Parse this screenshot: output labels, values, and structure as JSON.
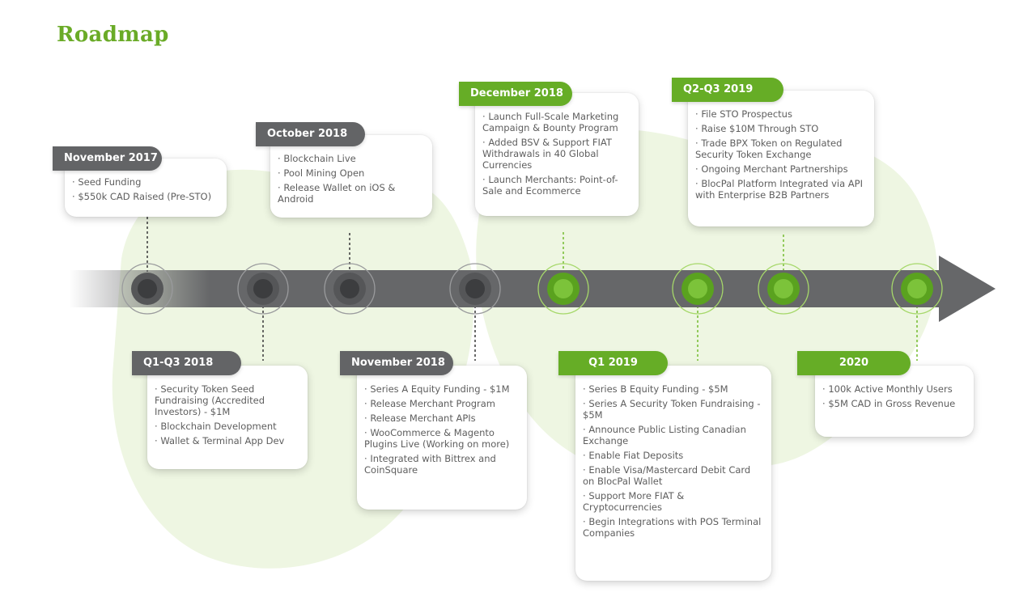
{
  "title": "Roadmap",
  "colors": {
    "accent": "#6aab27",
    "grey_tag": "#636466",
    "green_tag": "#66ad26",
    "arrow": "#666769",
    "blob": "#eef6e2"
  },
  "milestones": [
    {
      "name": "milestone-nov-2017",
      "label": "November 2017",
      "status": "done",
      "items": [
        "Seed Funding",
        "$550k CAD Raised (Pre-STO)"
      ]
    },
    {
      "name": "milestone-q1-q3-2018",
      "label": "Q1-Q3 2018",
      "status": "done",
      "items": [
        "Security Token Seed Fundraising (Accredited Investors) - $1M",
        "Blockchain Development",
        "Wallet & Terminal App Dev"
      ]
    },
    {
      "name": "milestone-oct-2018",
      "label": "October 2018",
      "status": "done",
      "items": [
        "Blockchain Live",
        "Pool Mining Open",
        "Release Wallet on iOS & Android"
      ]
    },
    {
      "name": "milestone-nov-2018",
      "label": "November 2018",
      "status": "done",
      "items": [
        "Series A Equity Funding - $1M",
        "Release Merchant Program",
        "Release Merchant APIs",
        "WooCommerce & Magento Plugins Live (Working on more)",
        "Integrated with Bittrex and CoinSquare"
      ]
    },
    {
      "name": "milestone-dec-2018",
      "label": "December 2018",
      "status": "upcoming",
      "items": [
        "Launch Full-Scale Marketing Campaign & Bounty Program",
        "Added BSV & Support FIAT Withdrawals in 40 Global Currencies",
        "Launch Merchants: Point-of-Sale and Ecommerce"
      ]
    },
    {
      "name": "milestone-q1-2019",
      "label": "Q1 2019",
      "status": "upcoming",
      "items": [
        "Series B Equity Funding - $5M",
        "Series A Security Token Fundraising - $5M",
        "Announce Public Listing Canadian Exchange",
        "Enable Fiat Deposits",
        "Enable Visa/Mastercard Debit Card on BlocPal Wallet",
        "Support More FIAT & Cryptocurrencies",
        "Begin Integrations with POS Terminal Companies"
      ]
    },
    {
      "name": "milestone-q2-q3-2019",
      "label": "Q2-Q3 2019",
      "status": "upcoming",
      "items": [
        "File STO Prospectus",
        "Raise $10M Through STO",
        "Trade BPX Token on Regulated Security Token Exchange",
        "Ongoing Merchant Partnerships",
        "BlocPal Platform Integrated via API with Enterprise B2B Partners"
      ]
    },
    {
      "name": "milestone-2020",
      "label": "2020",
      "status": "upcoming",
      "items": [
        "100k Active Monthly Users",
        "$5M CAD in Gross Revenue"
      ]
    }
  ]
}
